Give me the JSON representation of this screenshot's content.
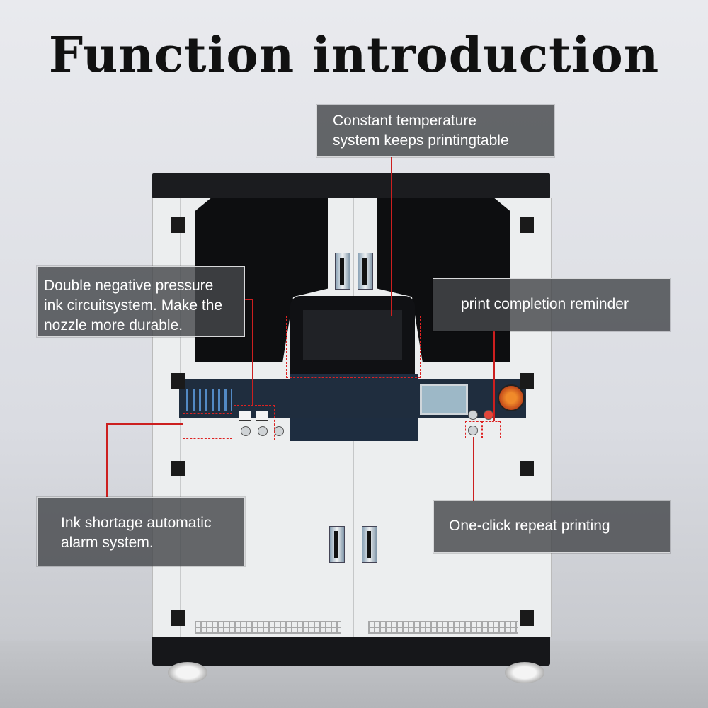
{
  "heading": "Function introduction",
  "callouts": {
    "constant_temperature": "Constant temperature\nsystem keeps printingtable",
    "double_negative_pressure": "Double negative pressure\nink circuitsystem. Make the\nnozzle more durable.",
    "print_completion": "print completion reminder",
    "ink_shortage": "Ink shortage automatic\nalarm system.",
    "one_click_repeat": "One-click repeat printing"
  },
  "colors": {
    "accent_line": "#cc1f1f",
    "callout_bg": "#46484c",
    "machine_panel": "#1f2d3e"
  }
}
